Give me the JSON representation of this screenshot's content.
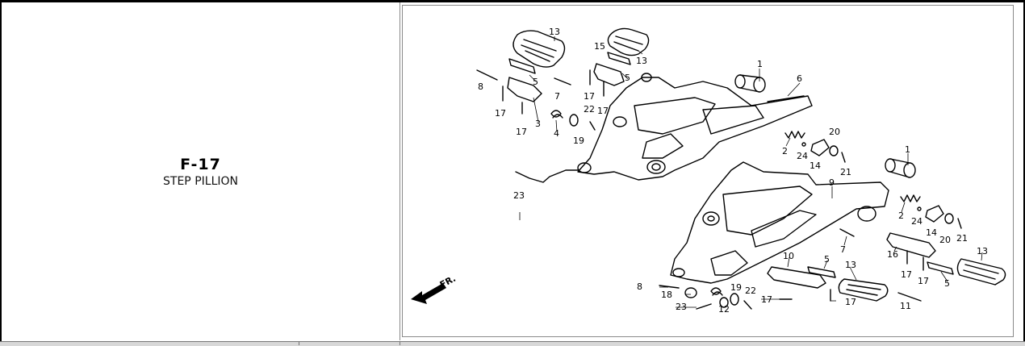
{
  "figure": {
    "code": "F-17",
    "name": "STEP PILLION"
  },
  "direction_label": "FR.",
  "callouts": {
    "c1a": "1",
    "c1b": "1",
    "c2a": "2",
    "c2b": "2",
    "c3": "3",
    "c4": "4",
    "c5a": "5",
    "c5b": "5",
    "c5c": "5",
    "c5d": "5",
    "c6": "6",
    "c7a": "7",
    "c7b": "7",
    "c8a": "8",
    "c8b": "8",
    "c9": "9",
    "c10": "10",
    "c11": "11",
    "c12": "12",
    "c13a": "13",
    "c13b": "13",
    "c13c": "13",
    "c13d": "13",
    "c14a": "14",
    "c14b": "14",
    "c15": "15",
    "c16": "16",
    "c17a": "17",
    "c17b": "17",
    "c17c": "17",
    "c17d": "17",
    "c17e": "17",
    "c17f": "17",
    "c17g": "17",
    "c17h": "17",
    "c18": "18",
    "c19a": "19",
    "c19b": "19",
    "c20a": "20",
    "c20b": "20",
    "c21a": "21",
    "c21b": "21",
    "c22a": "22",
    "c22b": "22",
    "c23a": "23",
    "c23b": "23",
    "c24a": "24",
    "c24b": "24"
  }
}
